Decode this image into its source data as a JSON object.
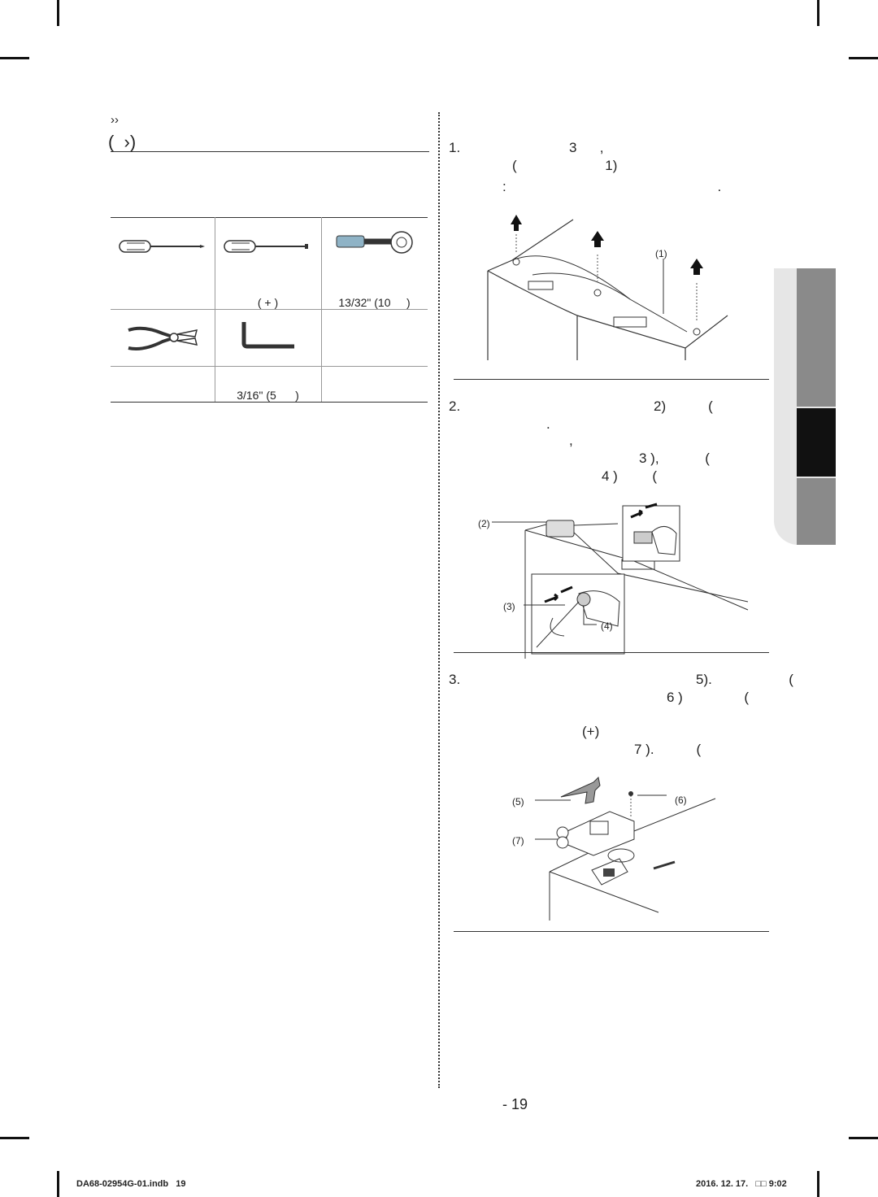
{
  "left": {
    "subheading": "››",
    "heading": "(  ›)",
    "tools": [
      {
        "label": ""
      },
      {
        "label": "( + )"
      },
      {
        "label": "13/32\" (10     )"
      },
      {
        "label": ""
      },
      {
        "label": "3/16\" (5      )"
      },
      {
        "label": ""
      }
    ]
  },
  "steps": {
    "s1": {
      "num": "1.",
      "line1": "3      ,",
      "line2": "(                       1)",
      "line3": ":                                                       ."
    },
    "s2": {
      "num": "2.",
      "line1": "2)           (",
      "line2": ".",
      "line3": ",",
      "line4": "3 ),            (",
      "line5": "4 )         ("
    },
    "s3": {
      "num": "3.",
      "line1": "5).                    (",
      "line2": "6 )                (",
      "line3": "(+)",
      "line4": "7 ).           ("
    }
  },
  "callouts": {
    "c1": "(1)",
    "c2": "(2)",
    "c3": "(3)",
    "c4": "(4)",
    "c5": "(5)",
    "c6": "(6)",
    "c7": "(7)"
  },
  "page_number": "- 19",
  "footer": {
    "file": "DA68-02954G-01.indb   19",
    "date": "2016. 12. 17.   □□ 9:02"
  }
}
